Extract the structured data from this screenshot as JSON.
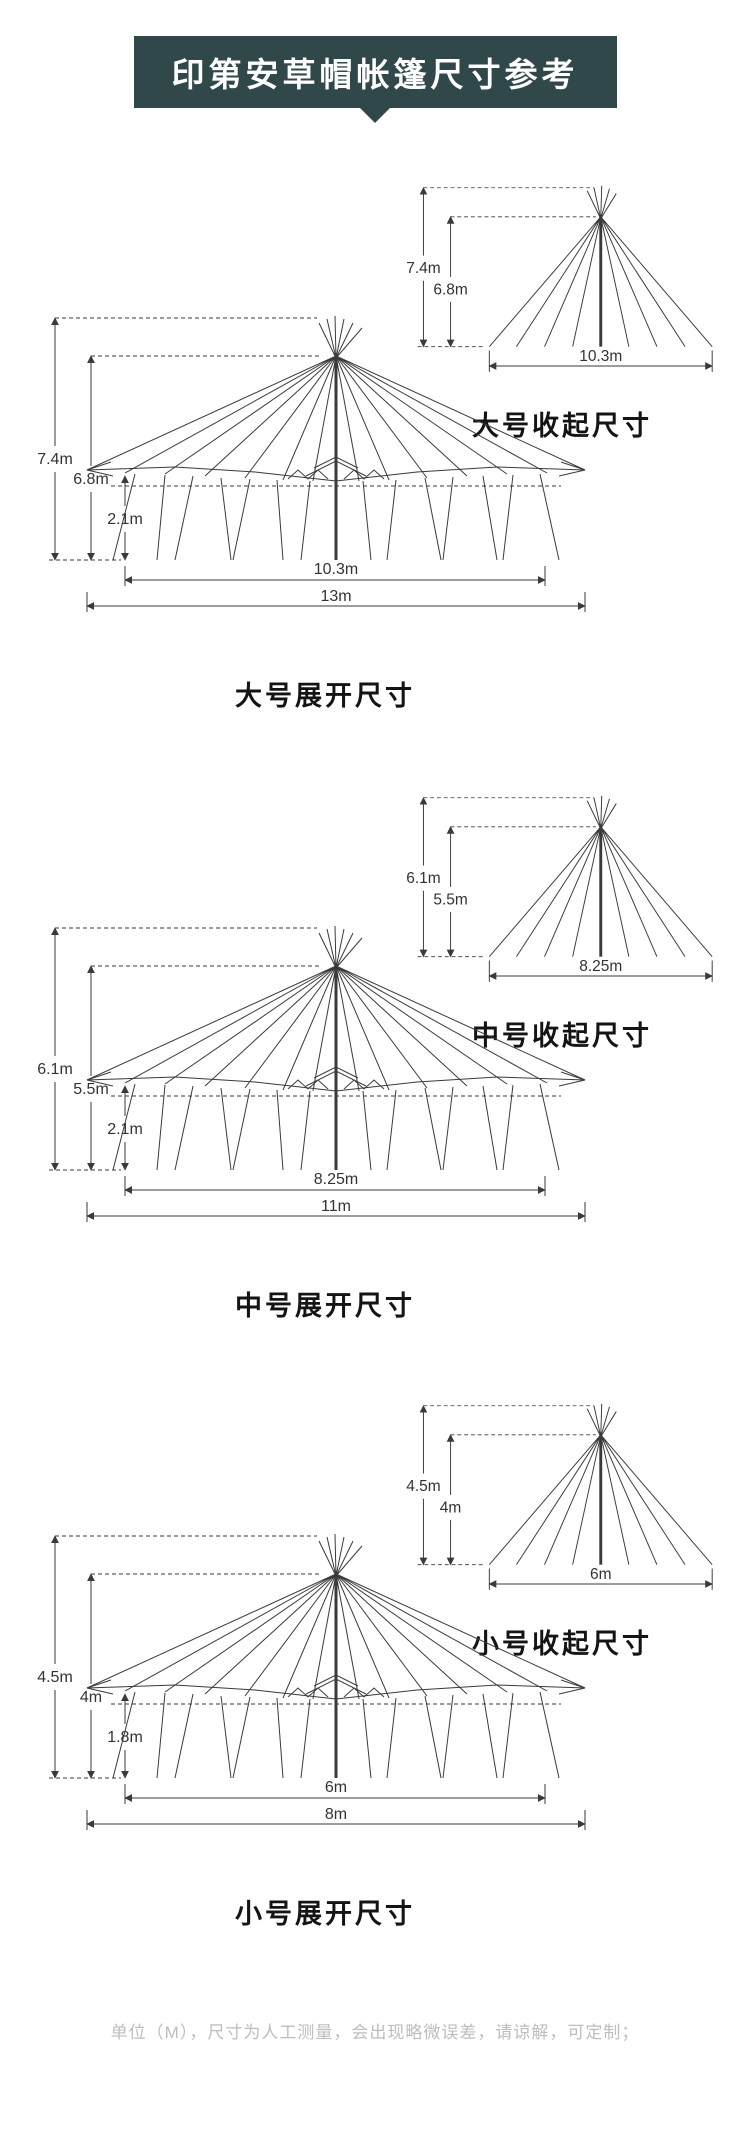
{
  "header": {
    "title": "印第安草帽帐篷尺寸参考"
  },
  "sections": [
    {
      "name": "large",
      "folded": {
        "caption": "大号收起尺寸",
        "total_height": "7.4m",
        "canvas_height": "6.8m",
        "base_width": "10.3m"
      },
      "expanded": {
        "caption": "大号展开尺寸",
        "total_height": "7.4m",
        "canvas_height": "6.8m",
        "eave_height": "2.1m",
        "inner_width": "10.3m",
        "outer_width": "13m"
      }
    },
    {
      "name": "medium",
      "folded": {
        "caption": "中号收起尺寸",
        "total_height": "6.1m",
        "canvas_height": "5.5m",
        "base_width": "8.25m"
      },
      "expanded": {
        "caption": "中号展开尺寸",
        "total_height": "6.1m",
        "canvas_height": "5.5m",
        "eave_height": "2.1m",
        "inner_width": "8.25m",
        "outer_width": "11m"
      }
    },
    {
      "name": "small",
      "folded": {
        "caption": "小号收起尺寸",
        "total_height": "4.5m",
        "canvas_height": "4m",
        "base_width": "6m"
      },
      "expanded": {
        "caption": "小号展开尺寸",
        "total_height": "4.5m",
        "canvas_height": "4m",
        "eave_height": "1.8m",
        "inner_width": "6m",
        "outer_width": "8m"
      }
    }
  ],
  "footer": {
    "note": "单位（M），尺寸为人工测量，会出现略微误差，请谅解，可定制；"
  },
  "colors": {
    "header_bg": "#30484a",
    "line": "#3a3a3a",
    "text": "#333333",
    "footer_text": "#bdbdbd"
  }
}
